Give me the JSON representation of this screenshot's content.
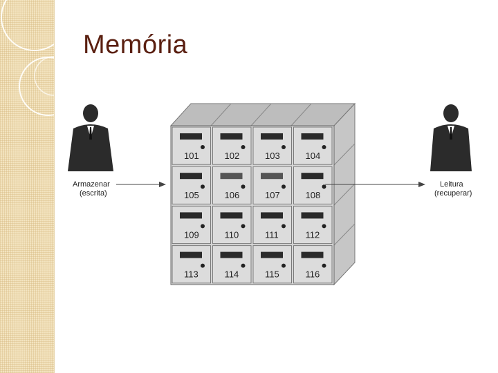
{
  "slide": {
    "title": "Memória"
  },
  "diagram": {
    "left_label_line1": "Armazenar",
    "left_label_line2": "(escrita)",
    "right_label_line1": "Leitura",
    "right_label_line2": "(recuperar)",
    "boxes": [
      "101",
      "102",
      "103",
      "104",
      "105",
      "106",
      "107",
      "108",
      "109",
      "110",
      "111",
      "112",
      "113",
      "114",
      "115",
      "116"
    ]
  },
  "colors": {
    "title": "#5a1f10",
    "sidebar": "#f3e4c0",
    "box_face": "#dcdcdc",
    "slot": "#2a2a2a"
  }
}
